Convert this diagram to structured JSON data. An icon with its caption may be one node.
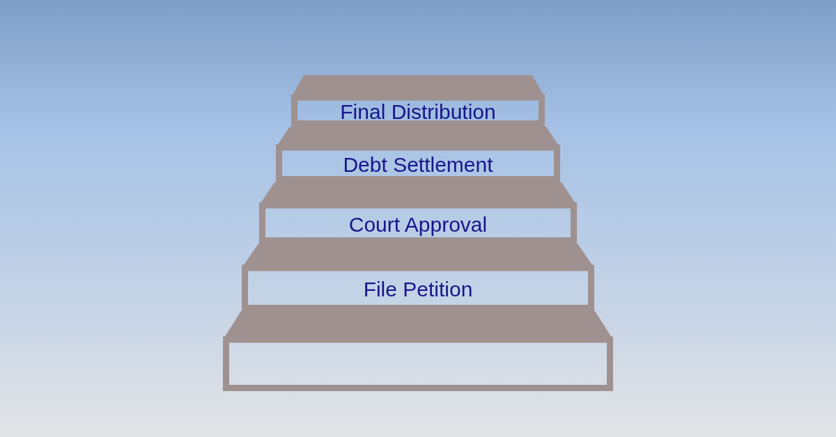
{
  "diagram": {
    "nodes": [
      {
        "text": [
          "Final Distribution"
        ]
      },
      {
        "text": [
          "Debt Settlement"
        ]
      },
      {
        "text": [
          "Court Approval"
        ]
      },
      {
        "text": [
          "File Petition"
        ]
      },
      {
        "text": [],
        "shape": "box"
      }
    ]
  }
}
